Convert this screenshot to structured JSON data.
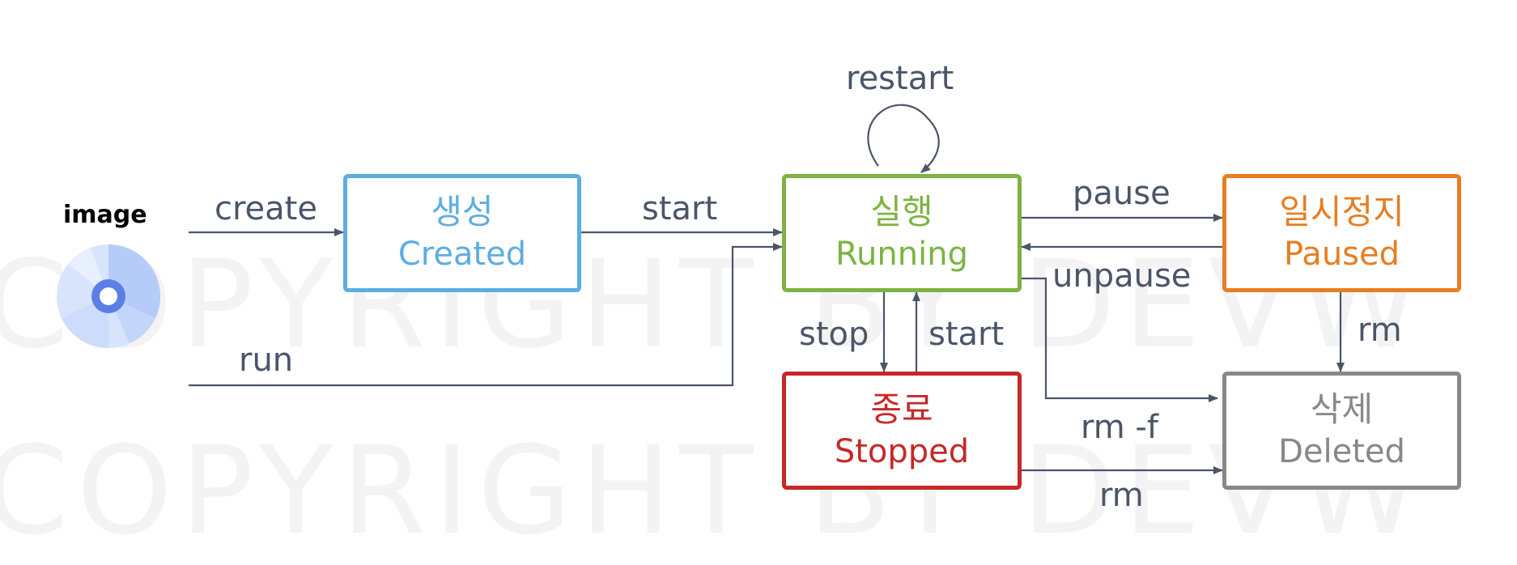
{
  "image_label": "image",
  "watermark": "COPYRIGHT BY DEVW",
  "states": {
    "created": {
      "ko": "생성",
      "en": "Created",
      "color": "#5dade2"
    },
    "running": {
      "ko": "실행",
      "en": "Running",
      "color": "#7cb342"
    },
    "paused": {
      "ko": "일시정지",
      "en": "Paused",
      "color": "#e67e22"
    },
    "stopped": {
      "ko": "종료",
      "en": "Stopped",
      "color": "#c62828"
    },
    "deleted": {
      "ko": "삭제",
      "en": "Deleted",
      "color": "#888888"
    }
  },
  "edges": {
    "create": "create",
    "start": "start",
    "run": "run",
    "restart": "restart",
    "pause": "pause",
    "unpause": "unpause",
    "stop": "stop",
    "start_back": "start",
    "rm_paused": "rm",
    "rm_f": "rm -f",
    "rm_stopped": "rm"
  },
  "icons": {
    "image": "disc-icon"
  },
  "colors": {
    "connector": "#4a5568"
  }
}
